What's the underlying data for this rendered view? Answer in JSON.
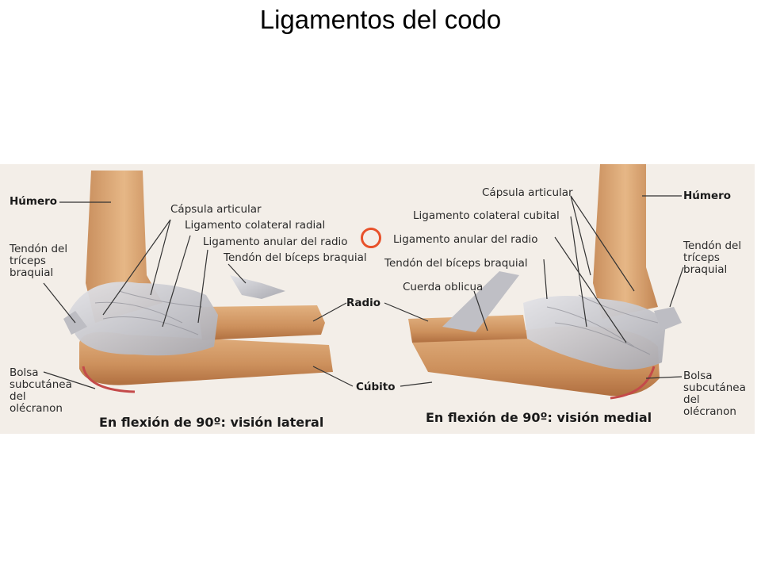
{
  "title": "Ligamentos del codo",
  "lateral": {
    "humero": "Húmero",
    "capsula": "Cápsula articular",
    "colateral": "Ligamento colateral radial",
    "anular": "Ligamento anular del radio",
    "biceps": "Tendón del bíceps braquial",
    "triceps": "Tendón del\ntríceps\nbraquial",
    "radio": "Radio",
    "cubito": "Cúbito",
    "bolsa": "Bolsa\nsubcutánea\ndel\nolécranon",
    "caption": "En flexión de 90º: visión lateral"
  },
  "medial": {
    "capsula": "Cápsula articular",
    "colateral": "Ligamento colateral cubital",
    "anular": "Ligamento anular del radio",
    "biceps": "Tendón del bíceps braquial",
    "cuerda": "Cuerda oblicua",
    "humero": "Húmero",
    "triceps": "Tendón del\ntríceps\nbraquial",
    "bolsa": "Bolsa\nsubcutánea\ndel\nolécranon",
    "caption": "En flexión de 90º: visión medial"
  },
  "colors": {
    "bone": "#d9a271",
    "bone_dark": "#b8784a",
    "ligament": "#cfcfd3",
    "marker": "#e8512a"
  },
  "icons": [
    "marker-circle"
  ]
}
